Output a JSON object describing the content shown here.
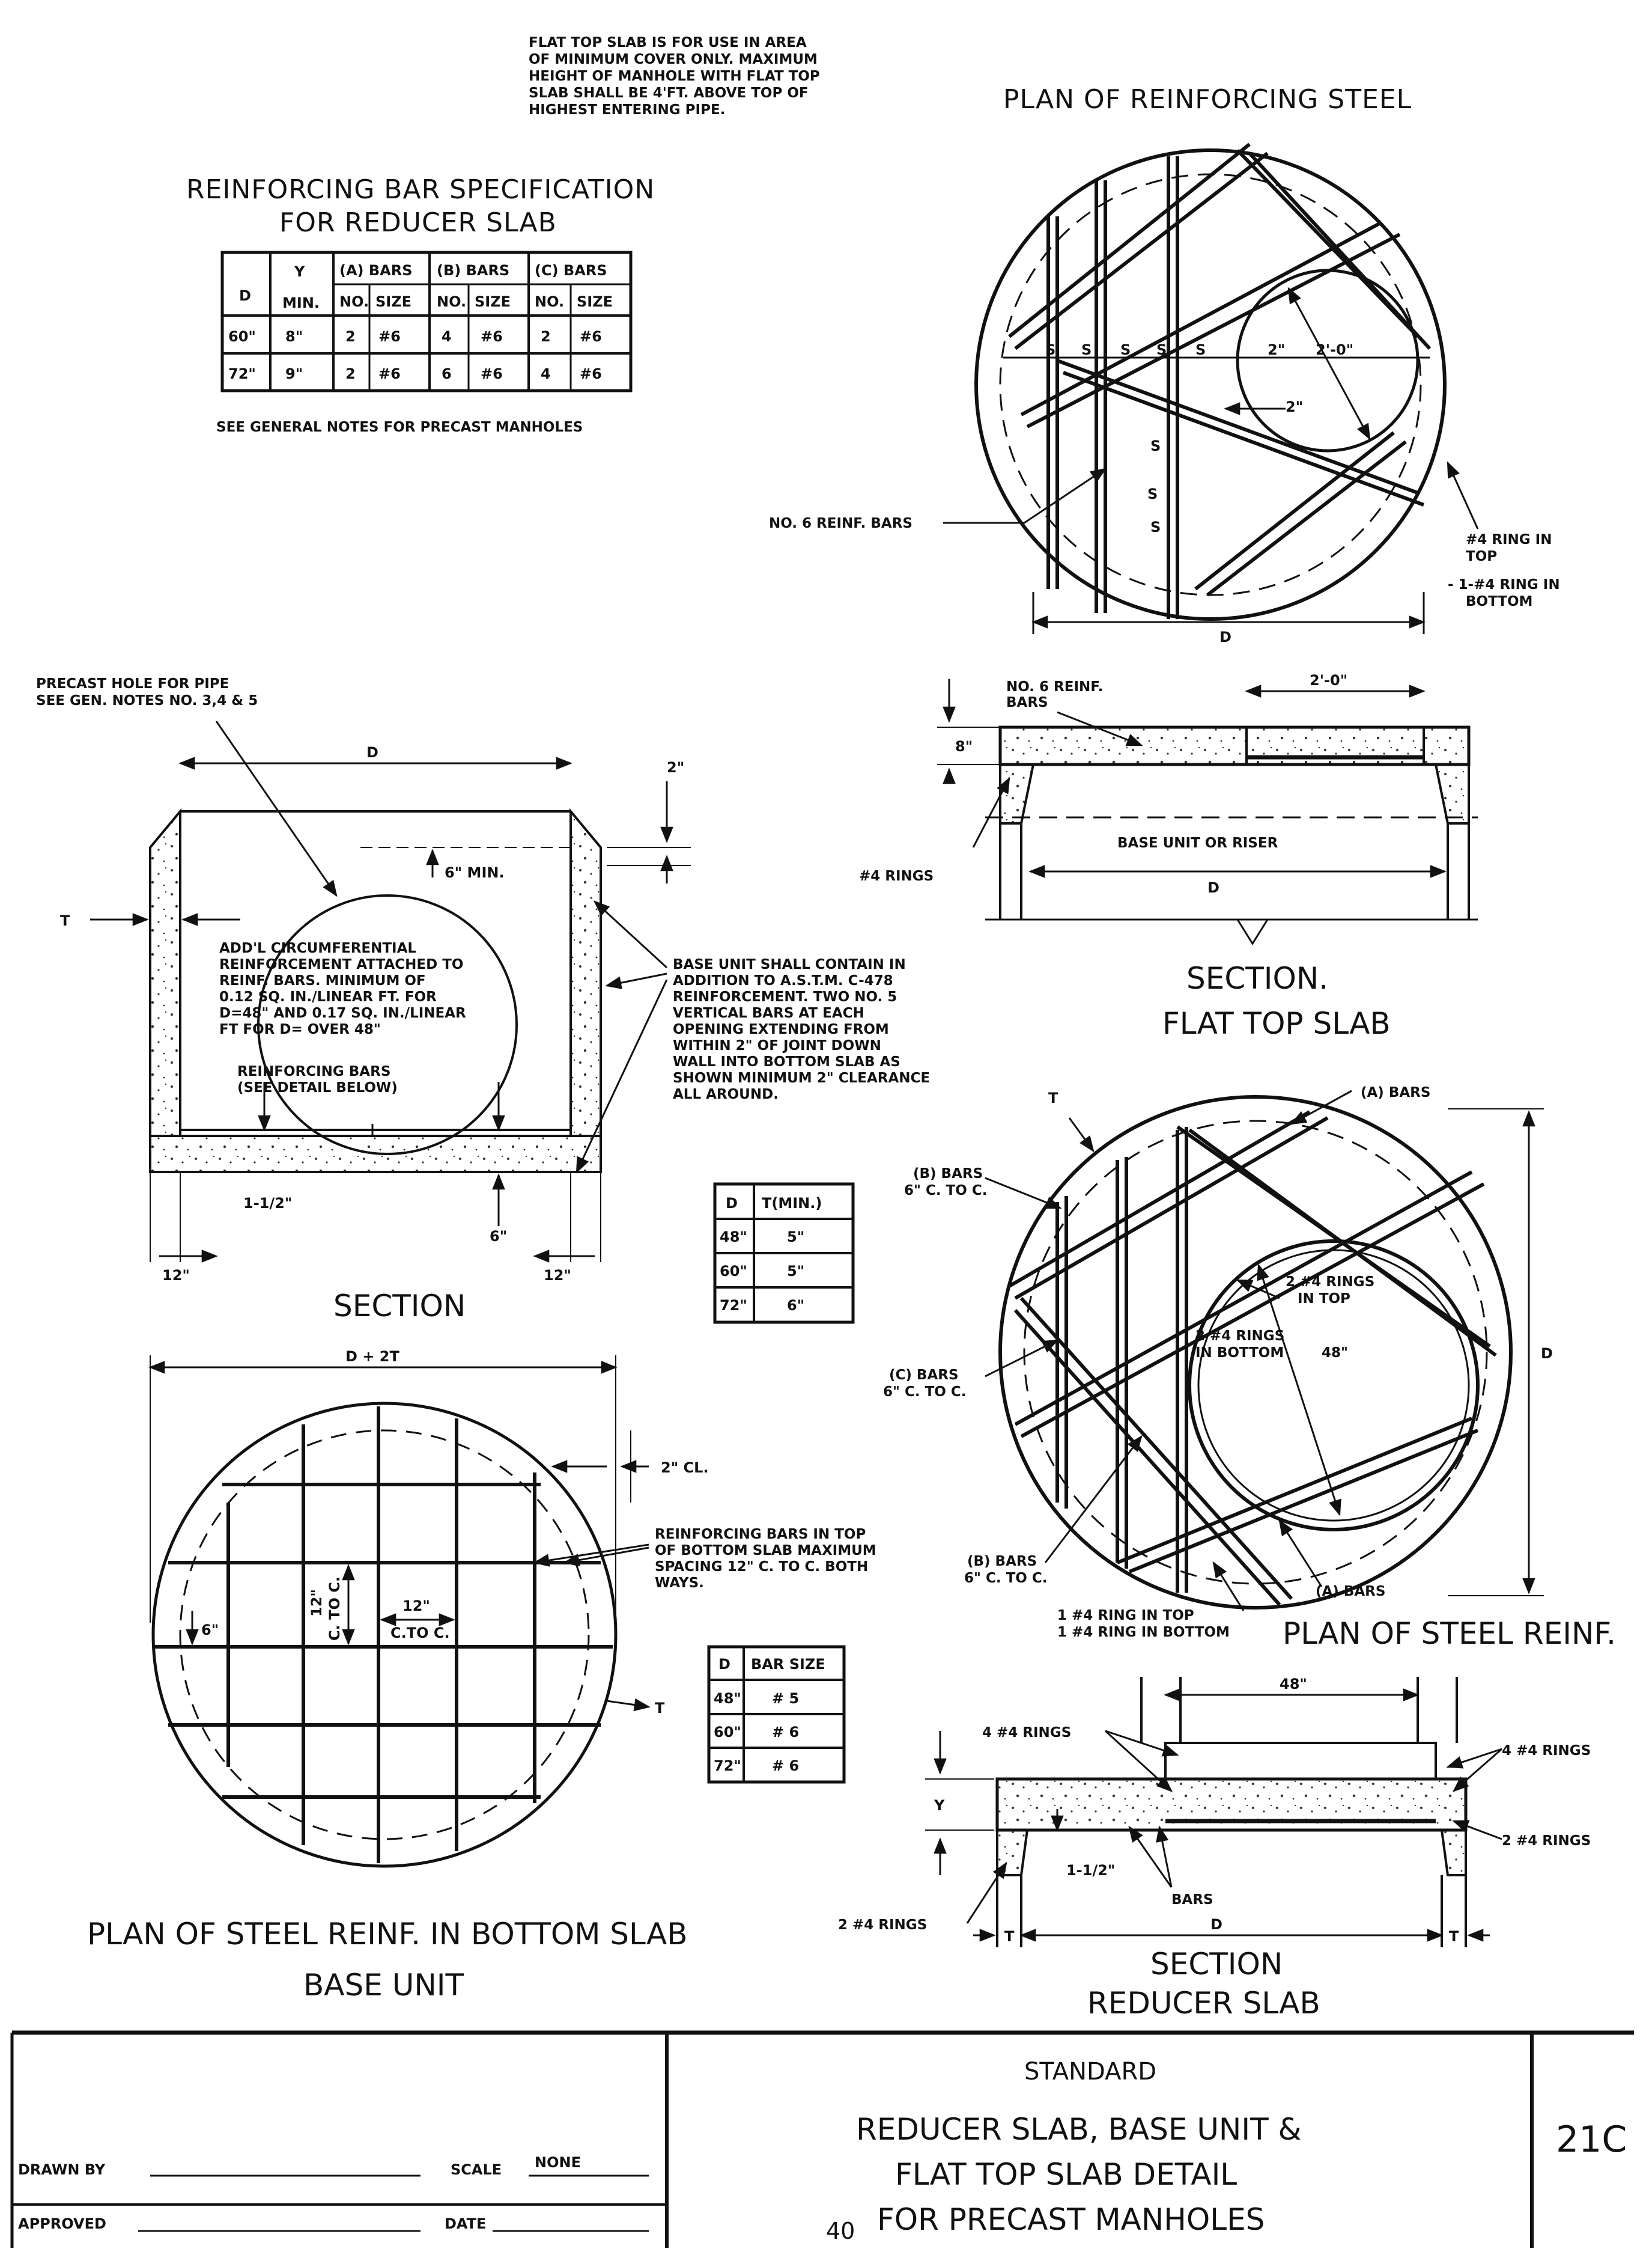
{
  "flat_top_note": [
    "FLAT TOP SLAB IS FOR USE IN AREA",
    "OF MINIMUM COVER ONLY. MAXIMUM",
    "HEIGHT OF MANHOLE WITH FLAT TOP",
    "SLAB SHALL BE 4'FT. ABOVE TOP OF",
    "HIGHEST ENTERING PIPE."
  ],
  "plan_reinf_title": "PLAN OF REINFORCING STEEL",
  "reducer_spec": {
    "title_line1": "REINFORCING BAR SPECIFICATION",
    "title_line2": "FOR REDUCER SLAB",
    "head": {
      "d": "D",
      "y": "Y",
      "ymin": "MIN.",
      "a": "(A) BARS",
      "b": "(B) BARS",
      "c": "(C) BARS",
      "no": "NO.",
      "size": "SIZE"
    },
    "rows": [
      [
        "60\"",
        "8\"",
        "2",
        "#6",
        "4",
        "#6",
        "2",
        "#6"
      ],
      [
        "72\"",
        "9\"",
        "2",
        "#6",
        "6",
        "#6",
        "4",
        "#6"
      ]
    ],
    "note": "SEE GENERAL NOTES FOR PRECAST MANHOLES"
  },
  "plan_labels": {
    "s": "S",
    "two_in": "2\"",
    "two_ft": "2'-0\"",
    "bars": "NO. 6 REINF. BARS",
    "ring_top1": "#4 RING IN",
    "ring_top2": "TOP",
    "ring_bot1": "- 1-#4 RING IN",
    "ring_bot2": "BOTTOM",
    "d": "D"
  },
  "flat_section": {
    "bars1": "NO. 6 REINF.",
    "bars2": "BARS",
    "two_ft": "2'-0\"",
    "eight": "8\"",
    "base": "BASE UNIT OR RISER",
    "d": "D",
    "rings": "#4 RINGS",
    "title1": "SECTION.",
    "title2": "FLAT TOP SLAB"
  },
  "base_section": {
    "hole1": "PRECAST HOLE FOR PIPE",
    "hole2": "SEE GEN. NOTES NO. 3,4 & 5",
    "d": "D",
    "two_in": "2\"",
    "six_min": "6\" MIN.",
    "t": "T",
    "circ": [
      "ADD'L CIRCUMFERENTIAL",
      "REINFORCEMENT ATTACHED TO",
      "REINF. BARS. MINIMUM OF",
      "0.12 SQ. IN./LINEAR FT. FOR",
      "D=48\" AND 0.17 SQ. IN./LINEAR",
      "FT FOR D= OVER 48\""
    ],
    "rb1": "REINFORCING BARS",
    "rb2": "(SEE DETAIL BELOW)",
    "base_note": [
      "BASE UNIT SHALL CONTAIN IN",
      "ADDITION TO A.S.T.M. C-478",
      "REINFORCEMENT. TWO NO. 5",
      "VERTICAL BARS AT EACH",
      "OPENING EXTENDING FROM",
      "WITHIN 2\" OF JOINT DOWN",
      "WALL INTO BOTTOM SLAB AS",
      "SHOWN MINIMUM 2\" CLEARANCE",
      "ALL AROUND."
    ],
    "dim_1_5": "1-1/2\"",
    "dim_12a": "12\"",
    "dim_6": "6\"",
    "dim_12b": "12\"",
    "title": "SECTION"
  },
  "t_table": {
    "head": [
      "D",
      "T(MIN.)"
    ],
    "rows": [
      [
        "48\"",
        "5\""
      ],
      [
        "60\"",
        "5\""
      ],
      [
        "72\"",
        "6\""
      ]
    ]
  },
  "bar_table": {
    "head": [
      "D",
      "BAR SIZE"
    ],
    "rows": [
      [
        "48\"",
        "# 5"
      ],
      [
        "60\"",
        "# 6"
      ],
      [
        "72\"",
        "# 6"
      ]
    ]
  },
  "bottom_plan": {
    "d2t": "D + 2T",
    "cl": "2\" CL.",
    "note": [
      "REINFORCING BARS IN TOP",
      "OF BOTTOM SLAB MAXIMUM",
      "SPACING 12\" C. TO C. BOTH",
      "WAYS."
    ],
    "twelve_a": "12\"",
    "ctoc_a": "C. TO C.",
    "twelve_b": "12\"",
    "ctoc_b": "C.TO C.",
    "six": "6\"",
    "t": "T",
    "title1": "PLAN OF STEEL REINF. IN BOTTOM SLAB",
    "title2": "BASE UNIT"
  },
  "steel_plan": {
    "t": "T",
    "a_bars": "(A) BARS",
    "b_bars1": "(B) BARS",
    "b_bars2": "6\" C. TO C.",
    "rings_top1": "2 #4 RINGS",
    "rings_top2": "IN TOP",
    "rings_bot1": "2 #4 RINGS",
    "rings_bot2": "IN BOTTOM",
    "d48": "48\"",
    "d": "D",
    "c_bars1": "(C) BARS",
    "c_bars2": "6\" C. TO C.",
    "b2_bars1": "(B) BARS",
    "b2_bars2": "6\" C. TO C.",
    "a2_bars": "(A) BARS",
    "ring1": "1 #4 RING IN TOP",
    "ring2": "1 #4 RING IN BOTTOM",
    "title": "PLAN OF STEEL REINF."
  },
  "reducer_section": {
    "d48": "48\"",
    "r_left": "4 #4 RINGS",
    "r_right": "4 #4 RINGS",
    "y": "Y",
    "r_mid": "2 #4 RINGS",
    "dim": "1-1/2\"",
    "bars": "BARS",
    "r_bot": "2 #4 RINGS",
    "t": "T",
    "d": "D",
    "title1": "SECTION",
    "title2": "REDUCER SLAB"
  },
  "title_block": {
    "drawn": "DRAWN BY",
    "approved": "APPROVED",
    "scale": "SCALE",
    "scale_val": "NONE",
    "date": "DATE",
    "standard": "STANDARD",
    "l1": "REDUCER SLAB, BASE UNIT &",
    "l2": "FLAT TOP SLAB DETAIL",
    "l3": "FOR PRECAST MANHOLES",
    "page": "40",
    "sheet": "21C"
  }
}
